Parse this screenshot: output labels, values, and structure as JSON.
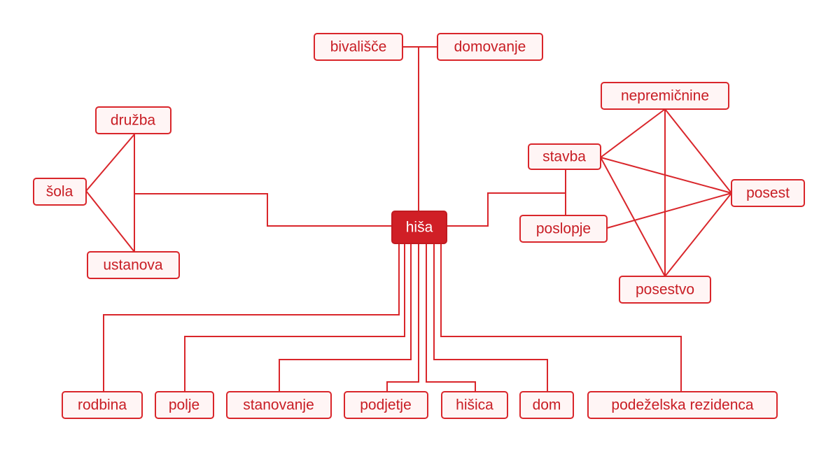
{
  "diagram": {
    "center": "hiša",
    "nodes": {
      "bivalisce": "bivališče",
      "domovanje": "domovanje",
      "druzba": "družba",
      "sola": "šola",
      "ustanova": "ustanova",
      "nepremicnine": "nepremičnine",
      "stavba": "stavba",
      "posest": "posest",
      "poslopje": "poslopje",
      "posestvo": "posestvo",
      "rodbina": "rodbina",
      "polje": "polje",
      "stanovanje": "stanovanje",
      "podjetje": "podjetje",
      "hisica": "hišica",
      "dom": "dom",
      "podezelska_rezidenca": "podeželska rezidenca"
    },
    "colors": {
      "accent": "#d9262b",
      "center_fill": "#d01f26",
      "node_fill": "#fff5f5",
      "text": "#c81d24"
    }
  }
}
